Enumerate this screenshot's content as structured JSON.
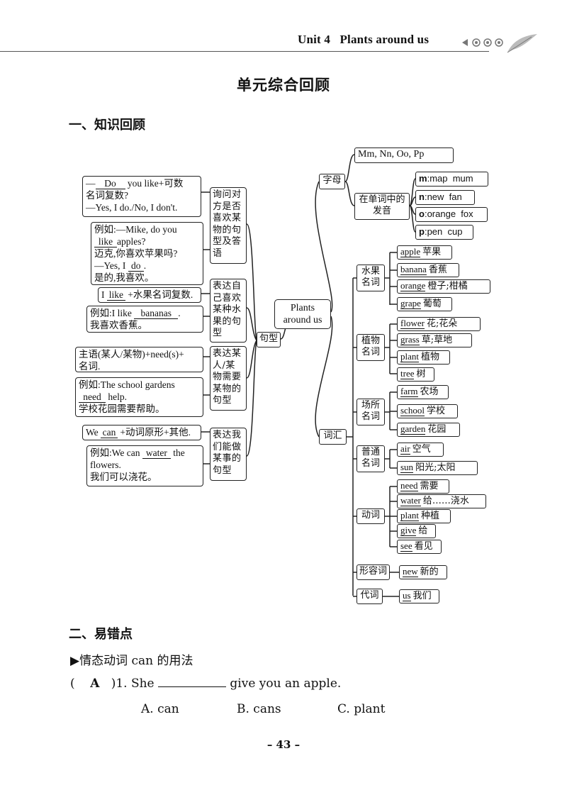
{
  "header": {
    "unit": "Unit 4",
    "topic": "Plants around us"
  },
  "page_title": "单元综合回顾",
  "section1": {
    "title": "一、知识回顾"
  },
  "center": {
    "line1": "Plants",
    "line2": "around us"
  },
  "sentence": {
    "label": "句型",
    "groups": [
      {
        "desc": "询问对方是否喜欢某物的句型及答语",
        "pattern": {
          "dash": "—",
          "blank": "Do",
          "rest1": "you like+可数",
          "rest2": "名词复数?",
          "line3": "—Yes, I do./No, I don't."
        },
        "example": {
          "p1": "例如:—Mike, do you",
          "blank1": "like",
          "p2": "apples?",
          "p3": "迈克,你喜欢苹果吗?",
          "p4": "—Yes, I",
          "blank2": "do",
          "p5": ".",
          "p6": "是的,我喜欢。"
        }
      },
      {
        "desc": "表达自己喜欢某种水果的句型",
        "pattern": {
          "pre": "I",
          "blank": "like",
          "post": "+水果名词复数."
        },
        "example": {
          "p1": "例如:I like",
          "blank": "bananas",
          "p2": ".",
          "p3": "我喜欢香蕉。"
        }
      },
      {
        "desc": "表达某人/某物需要某物的句型",
        "pattern": {
          "line1": "主语(某人/某物)+need(s)+",
          "line2": "名词."
        },
        "example": {
          "p1": "例如:The school gardens",
          "blank": "need",
          "p2": "help.",
          "p3": "学校花园需要帮助。"
        }
      },
      {
        "desc": "表达我们能做某事的句型",
        "pattern": {
          "pre": "We",
          "blank": "can",
          "post": "+动词原形+其他."
        },
        "example": {
          "p1": "例如:We can",
          "blank": "water",
          "p2": "the",
          "p3": "flowers.",
          "p4": "我们可以浇花。"
        }
      }
    ]
  },
  "letters": {
    "label": "字母",
    "row": "Mm, Nn, Oo, Pp",
    "sub_label": "在单词中的发音",
    "sounds": [
      {
        "letter": "m",
        "word": "map",
        "word2": "mum"
      },
      {
        "letter": "n",
        "word": "new",
        "word2": "fan"
      },
      {
        "letter": "o",
        "word": "orange",
        "word2": "fox"
      },
      {
        "letter": "p",
        "word": "pen",
        "word2": "cup"
      }
    ]
  },
  "vocab": {
    "label": "词汇",
    "categories": [
      {
        "name": "水果名词",
        "items": [
          {
            "en": "apple",
            "zh": "苹果"
          },
          {
            "en": "banana",
            "zh": "香蕉"
          },
          {
            "en": "orange",
            "zh": "橙子;柑橘"
          },
          {
            "en": "grape",
            "zh": "葡萄"
          }
        ]
      },
      {
        "name": "植物名词",
        "items": [
          {
            "en": "flower",
            "zh": "花;花朵"
          },
          {
            "en": "grass",
            "zh": "草;草地"
          },
          {
            "en": "plant",
            "zh": "植物"
          },
          {
            "en": "tree",
            "zh": "树"
          }
        ]
      },
      {
        "name": "场所名词",
        "items": [
          {
            "en": "farm",
            "zh": "农场"
          },
          {
            "en": "school",
            "zh": "学校"
          },
          {
            "en": "garden",
            "zh": "花园"
          }
        ]
      },
      {
        "name": "普通名词",
        "items": [
          {
            "en": "air",
            "zh": "空气"
          },
          {
            "en": "sun",
            "zh": "阳光;太阳"
          }
        ]
      },
      {
        "name": "动词",
        "items": [
          {
            "en": "need",
            "zh": "需要"
          },
          {
            "en": "water",
            "zh": "给……浇水"
          },
          {
            "en": "plant",
            "zh": "种植"
          },
          {
            "en": "give",
            "zh": "给"
          },
          {
            "en": "see",
            "zh": "看见"
          }
        ]
      },
      {
        "name": "形容词",
        "items": [
          {
            "en": "new",
            "zh": "新的"
          }
        ]
      },
      {
        "name": "代词",
        "items": [
          {
            "en": "us",
            "zh": "我们"
          }
        ]
      }
    ]
  },
  "section2": {
    "title": "二、易错点"
  },
  "question": {
    "heading": "▶情态动词 can 的用法",
    "paren_open": "(",
    "answer": "A",
    "paren_close": ")",
    "stem_pre": "1. She",
    "stem_post": "give you an apple.",
    "options": [
      "A. can",
      "B. cans",
      "C. plant"
    ]
  },
  "page_number": "– 43 –"
}
